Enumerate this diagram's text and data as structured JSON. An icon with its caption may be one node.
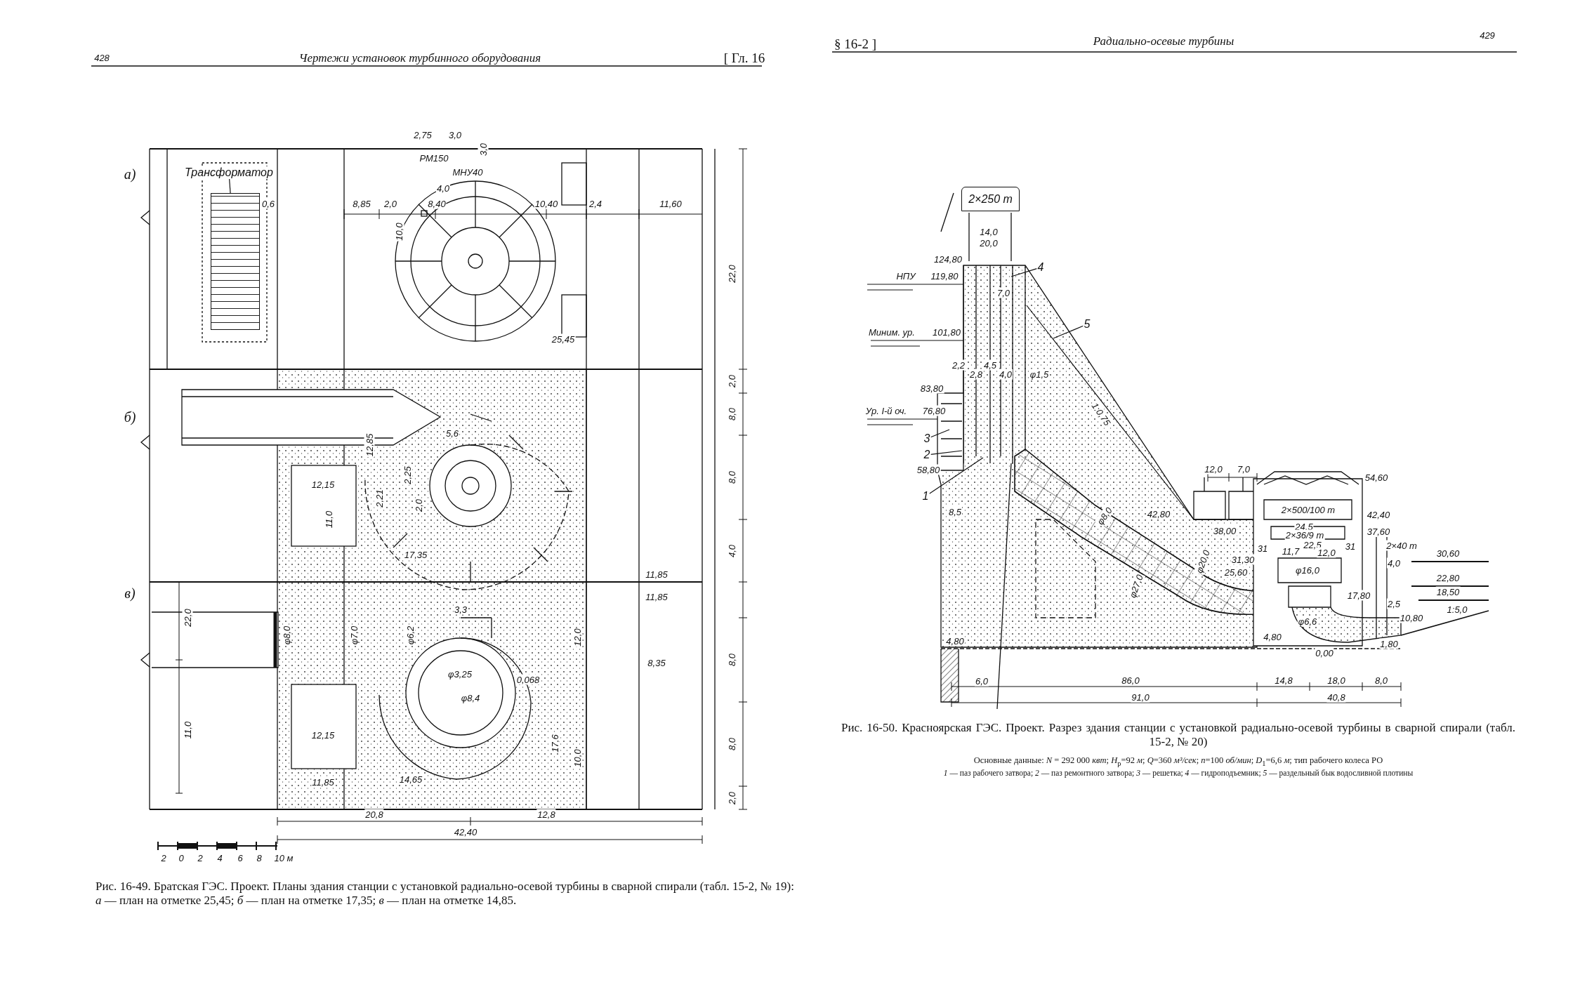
{
  "diagram": {
    "nodes": [
      {
        "text": [
          "Трансформатор"
        ]
      },
      {
        "text": [],
        "shape": "box"
      },
      {
        "text": [
          "2×250 т"
        ]
      },
      {
        "text": [
          "1"
        ]
      },
      {
        "text": [
          "2"
        ]
      },
      {
        "text": [
          "3"
        ]
      },
      {
        "text": [
          "4"
        ]
      },
      {
        "text": [
          "5"
        ]
      }
    ],
    "edges": [
      {
        "from": 0,
        "to": 1,
        "arrow": "none"
      },
      {
        "from": 3,
        "to": null,
        "arrow": "none"
      },
      {
        "from": 4,
        "to": null,
        "arrow": "none"
      },
      {
        "from": 5,
        "to": null,
        "arrow": "none"
      },
      {
        "from": 6,
        "to": null,
        "arrow": "none"
      },
      {
        "from": 7,
        "to": null,
        "arrow": "none"
      }
    ],
    "labels": [
      "428",
      "Чертежи установок турбинного оборудования",
      "[ Гл. 16",
      "§ 16-2 ]",
      "Радиально-осевые турбины",
      "429",
      "а)",
      "б)",
      "в)",
      "0,6",
      "8,85",
      "2,0",
      "8,40",
      "10,40",
      "2,4",
      "11,60",
      "2,75",
      "3,0",
      "РМ150",
      "МНУ40",
      "3,0",
      "4,0",
      "10,0",
      "25,45",
      "22,0",
      "2,0",
      "8,0",
      "8,0",
      "4,0",
      "8,0",
      "8,0",
      "2,0",
      "5,6",
      "12,85",
      "2,25",
      "2,21",
      "2,0",
      "12,15",
      "11,0",
      "17,35",
      "11,85",
      "11,85",
      "22,0",
      "11,0",
      "φ8,0",
      "φ7,0",
      "φ6,2",
      "3,3",
      "φ3,25",
      "φ8,4",
      "0,068",
      "12,0",
      "17,6",
      "10,0",
      "8,35",
      "12,15",
      "11,85",
      "14,65",
      "20,8",
      "12,8",
      "42,40",
      "2",
      "0",
      "2",
      "4",
      "6",
      "8",
      "10 м",
      "14,0",
      "20,0",
      "124,80",
      "НПУ",
      "119,80",
      "7,0",
      "Миним. ур.",
      "101,80",
      "2,2",
      "2,8",
      "4,5",
      "4,0",
      "φ1,5",
      "83,80",
      "Ур. I-й оч.",
      "76,80",
      "1:0,75",
      "58,80",
      "8,5",
      "12,0",
      "7,0",
      "54,60",
      "2×500/100 т",
      "42,80",
      "42,40",
      "38,00",
      "24,5",
      "2×36/9 т",
      "37,60",
      "2×40 т",
      "31",
      "11,7",
      "22,5",
      "12,0",
      "31",
      "31,30",
      "φ8,0",
      "φ27,0",
      "φ20,0",
      "25,60",
      "φ16,0",
      "4,0",
      "30,60",
      "22,80",
      "18,50",
      "17,80",
      "2,5",
      "φ6,6",
      "10,80",
      "1:5,0",
      "4,80",
      "4,80",
      "0,00",
      "1,80",
      "6,0",
      "86,0",
      "14,8",
      "18,0",
      "8,0",
      "91,0",
      "40,8",
      "Рис. 16-49. Братская ГЭС. Проект. Планы здания станции с установкой радиально-осевой турбины в сварной спирали (табл. 15-2, № 19): *а* — план на отметке 25,45; *б* — план на отметке 17,35; *в* — план на отметке 14,85.",
      "Рис. 16-50. Красноярская ГЭС. Проект. Разрез здания станции с установкой радиально-осевой турбины в сварной спирали (табл. 15-2, № 20)",
      "Основные данные: *N* = 292 000 *квт*; *H*$_{p}$=92 *м*; *Q*=360 *м³/сек*; *n*=100 *об/мин*; *D*$_{1}$=6,6 *м*; тип рабочего колеса РО",
      "*1* — паз рабочего затвора; *2* — паз ремонтного затвора; *3* — решетка; *4* — гидроподъемник; *5* — раздельный бык водосливной плотины"
    ]
  }
}
